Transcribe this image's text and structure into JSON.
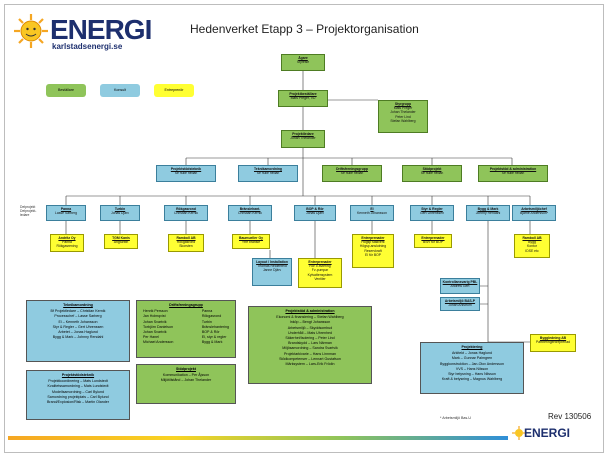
{
  "header": {
    "title": "Hedenverket Etapp 3 – Projektorganisation",
    "logo_name": "ENERGI",
    "logo_site": "karlstadsenergi.se",
    "footer_logo": "ENERGI"
  },
  "legend": {
    "items": [
      "Beställare",
      "Konsult",
      "Entreprenör"
    ]
  },
  "delprojekt_label": [
    "Delprojekt",
    "Delprojekt-",
    "ledare"
  ],
  "top": {
    "agare": {
      "title": "Ägare",
      "lines": [
        "Styrelse"
      ]
    },
    "bestallare": {
      "title": "Projektbeställare",
      "lines": [
        "Mats Preger, VD"
      ]
    },
    "styrgrupp": {
      "title": "Styrgrupp",
      "lines": [
        "Mats Preger",
        "Johan Thelander",
        "Peter Lind",
        "Stefan Wahlberg"
      ]
    },
    "ledare": {
      "title": "Projektledare",
      "lines": [
        "Johan Thelander"
      ]
    }
  },
  "row1": [
    {
      "title": "Projektstödsteknik",
      "lines": [
        "Se nulle nedan"
      ]
    },
    {
      "title": "Teknikamordning",
      "lines": [
        "Se nulle nedan"
      ]
    },
    {
      "title": "Driftsfreningsgrupp",
      "lines": [
        "Se nulle nedan"
      ]
    },
    {
      "title": "Stödprojekt",
      "lines": [
        "Se nulle nedan"
      ]
    },
    {
      "title": "Projektstöd & administration",
      "lines": [
        "Se nulle nedan"
      ]
    }
  ],
  "row2": [
    {
      "title": "Panna",
      "lines": [
        "Lasse Sarberg"
      ]
    },
    {
      "title": "Turbin",
      "lines": [
        "Jonas Djärv"
      ]
    },
    {
      "title": "Rökgasrond",
      "lines": [
        "Christian Kernik"
      ]
    },
    {
      "title": "Bränslehant.",
      "lines": [
        "Christian Kernik"
      ]
    },
    {
      "title": "BOP & Rör",
      "lines": [
        "Jonas Djärv"
      ]
    },
    {
      "title": "El",
      "lines": [
        "Kenneth Johansson"
      ]
    },
    {
      "title": "Styr & Regler",
      "lines": [
        "Gert Uhrenssen"
      ]
    },
    {
      "title": "Bygg & Mark",
      "lines": [
        "Johnny Rendahl"
      ]
    },
    {
      "title": "Arbetsmiljöchef",
      "lines": [
        "Bjarne Andersson*"
      ]
    }
  ],
  "row3": [
    {
      "title": "Andritz Oy",
      "lines": [
        "Panna",
        "Rökgasrening"
      ]
    },
    {
      "title": "TGM Kanis",
      "lines": [
        "Ångturbin"
      ]
    },
    {
      "title": "Ramboll AB",
      "lines": [
        "Rökgasrond",
        "Skorsten"
      ]
    },
    {
      "title": "Baumueller Oy",
      "lines": [
        "Ytre bränsle"
      ]
    },
    {
      "title": "Entreprenader",
      "lines": [
        "Högsp ställverk",
        "Högsp.anslutning",
        "Reservkraft",
        "El för BOP"
      ]
    },
    {
      "title": "Entreprenader",
      "lines": [
        "BSR för BOP"
      ]
    },
    {
      "title": "Ramboll AB",
      "lines": [
        "Bygg",
        "Kontor",
        "IDSE etc"
      ]
    }
  ],
  "bopsub": [
    {
      "title": "Layout / Installation",
      "lines": [
        "Thomas Reidenfeld",
        "Janne Djärv"
      ]
    },
    {
      "title": "Entreprenader",
      "lines": [
        "Rör o avtering",
        "Fv-pumpar",
        "Kylvattensystem",
        "Ventiler"
      ]
    }
  ],
  "byggsub": [
    {
      "title": "Kontrollansvarig PBL",
      "lines": [
        "Andrew Gert"
      ]
    },
    {
      "title": "Arbetsmiljö BAS-P",
      "lines": [
        "Johan Ahlström"
      ]
    },
    {
      "title": "Byggledning AB",
      "lines": [
        "Partneringentreprenad"
      ]
    }
  ],
  "bottom": {
    "teknik": {
      "title": "Teknikamordning",
      "lines": [
        "Bf Projektledare – Christian Kernik",
        "Processchef – Lasse Sarberg",
        "El – Kenneth Johansson",
        "Styr & Regler – Gert Uhrenssen",
        "Arbetet – Jonas Haglund",
        "Bygg & Mark – Johnny Rendahl"
      ]
    },
    "stod": {
      "title": "Projektstödsteknik",
      "lines": [
        "Projektkoordinering – Mats Lundstedt",
        "Kvalitetssamordning – Mats Lundstedt",
        "Modellsamordning – Carl Bylund",
        "Samordning projektplats – Carl Bylund",
        "Brand/Explosion/Risk – Martin Olander"
      ]
    },
    "drift": {
      "title": "Driftsfreningsgrupp",
      "left": [
        "Henrik Persson",
        "Jan Holmqvist",
        "Johan Svartvik",
        "Torbjörn Danielson",
        "Johan Svartvik",
        "Per Hanel",
        "Michael Andersson"
      ],
      "right": [
        "Panna",
        "Rökgasrond",
        "Turbin",
        "Bränslehantering",
        "BOP & Rör",
        "El, styr & regler",
        "Bygg & Mark"
      ]
    },
    "stodprojekt": {
      "title": "Stödprojekt",
      "lines": [
        "Kommunikation – Per Åjsson",
        "Miljötillstånd – Johan Thelander"
      ]
    },
    "admin": {
      "title": "Projektstöd & administration",
      "lines": [
        "Ekonomi & finansiering – Stefan Wahlberg",
        "Inköp – Bengt Johansson",
        "Arbetsmiljö – Skyddsombud",
        "Underhåll – Mats Uhrenhed",
        "Säkerhet/Isolering – Peter Lind",
        "Brandskydd – Lars Närman",
        "Miljösamordning – Sandra Svartvik",
        "Projektarkivarie – Hans Linnman",
        "Stödkompetenser – Lennart Gustafson",
        "Märksystem – Lars-Erik Frödin"
      ]
    },
    "projektering": {
      "title": "Projektering",
      "lines": [
        "Arkitekt – Jonas Haglund",
        "Mark – Gunnar Palmgren",
        "Byggkonstruktion – Jan-Olov Andersson",
        "VVS – Hans Nilsson",
        "Styr belysning – Hans Nilsson",
        "Kraft & belysning – Magnus Wahlberg"
      ]
    }
  },
  "footnote": "* Arbetsmiljö Bas-U",
  "revision": "Rev 130506",
  "colors": {
    "bestallare": "#8fc45a",
    "konsult": "#8fcbe0",
    "entreprenor": "#ffff33"
  }
}
